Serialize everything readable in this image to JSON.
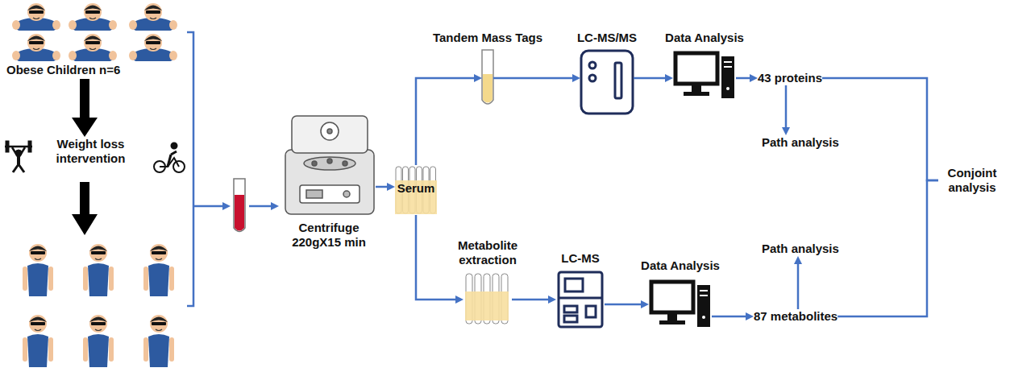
{
  "diagram": {
    "nodes": [
      {
        "text": [
          "Obese Children n=6"
        ]
      },
      {
        "text": [
          "Weight loss intervention"
        ]
      },
      {
        "text": [
          "Centrifuge 220gX15 min"
        ]
      },
      {
        "text": [
          "Serum"
        ]
      },
      {
        "text": [
          "Tandem Mass Tags"
        ]
      },
      {
        "text": [
          "LC-MS/MS"
        ]
      },
      {
        "text": [
          "Data Analysis"
        ]
      },
      {
        "text": [
          "43 proteins"
        ]
      },
      {
        "text": [
          "Path analysis"
        ]
      },
      {
        "text": [
          "Metabolite extraction"
        ]
      },
      {
        "text": [
          "LC-MS"
        ]
      },
      {
        "text": [
          "Data Analysis"
        ]
      },
      {
        "text": [
          "87 metabolites"
        ]
      },
      {
        "text": [
          "Path analysis"
        ]
      },
      {
        "text": [
          "Conjoint analysis"
        ]
      }
    ],
    "edges": [
      {
        "from": 0,
        "to": 1,
        "arrow": "to"
      },
      {
        "from": 2,
        "to": 3,
        "arrow": "to"
      },
      {
        "from": 3,
        "to": 4,
        "arrow": "to"
      },
      {
        "from": 4,
        "to": 5,
        "arrow": "to"
      },
      {
        "from": 5,
        "to": 6,
        "arrow": "to"
      },
      {
        "from": 6,
        "to": 7,
        "arrow": "to"
      },
      {
        "from": 7,
        "to": 8,
        "arrow": "to"
      },
      {
        "from": 3,
        "to": 9,
        "arrow": "to"
      },
      {
        "from": 9,
        "to": 10,
        "arrow": "to"
      },
      {
        "from": 10,
        "to": 11,
        "arrow": "to"
      },
      {
        "from": 11,
        "to": 12,
        "arrow": "to"
      },
      {
        "from": 12,
        "to": 13,
        "arrow": "to"
      },
      {
        "from": 7,
        "to": 14,
        "arrow": "none"
      },
      {
        "from": 12,
        "to": 14,
        "arrow": "none"
      }
    ]
  }
}
